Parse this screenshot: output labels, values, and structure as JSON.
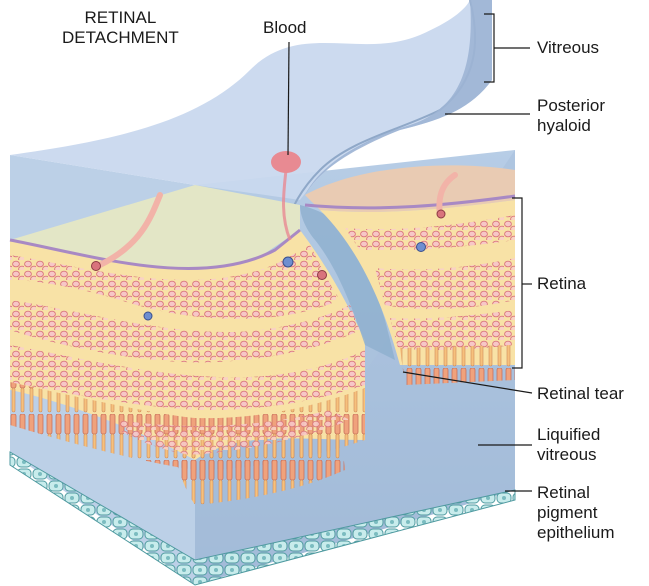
{
  "title": {
    "line1": "RETINAL",
    "line2": "DETACHMENT"
  },
  "labels": {
    "blood": "Blood",
    "vitreous": "Vitreous",
    "posterior_hyaloid": {
      "line1": "Posterior",
      "line2": "hyaloid"
    },
    "retina": "Retina",
    "retinal_tear": "Retinal tear",
    "liquified_vitreous": {
      "line1": "Liquified",
      "line2": "vitreous"
    },
    "rpe": {
      "line1": "Retinal",
      "line2": "pigment",
      "line3": "epithelium"
    }
  },
  "colors": {
    "vitreous_blue": "#bccfe6",
    "liquified_blue": "#a9c2dc",
    "retina_yellow": "#f8e2a6",
    "cell_red": "#e2848a",
    "blood_red": "#e88a92",
    "rpe_teal": "#bfe3e4",
    "leader_line": "#1a1a1a"
  }
}
